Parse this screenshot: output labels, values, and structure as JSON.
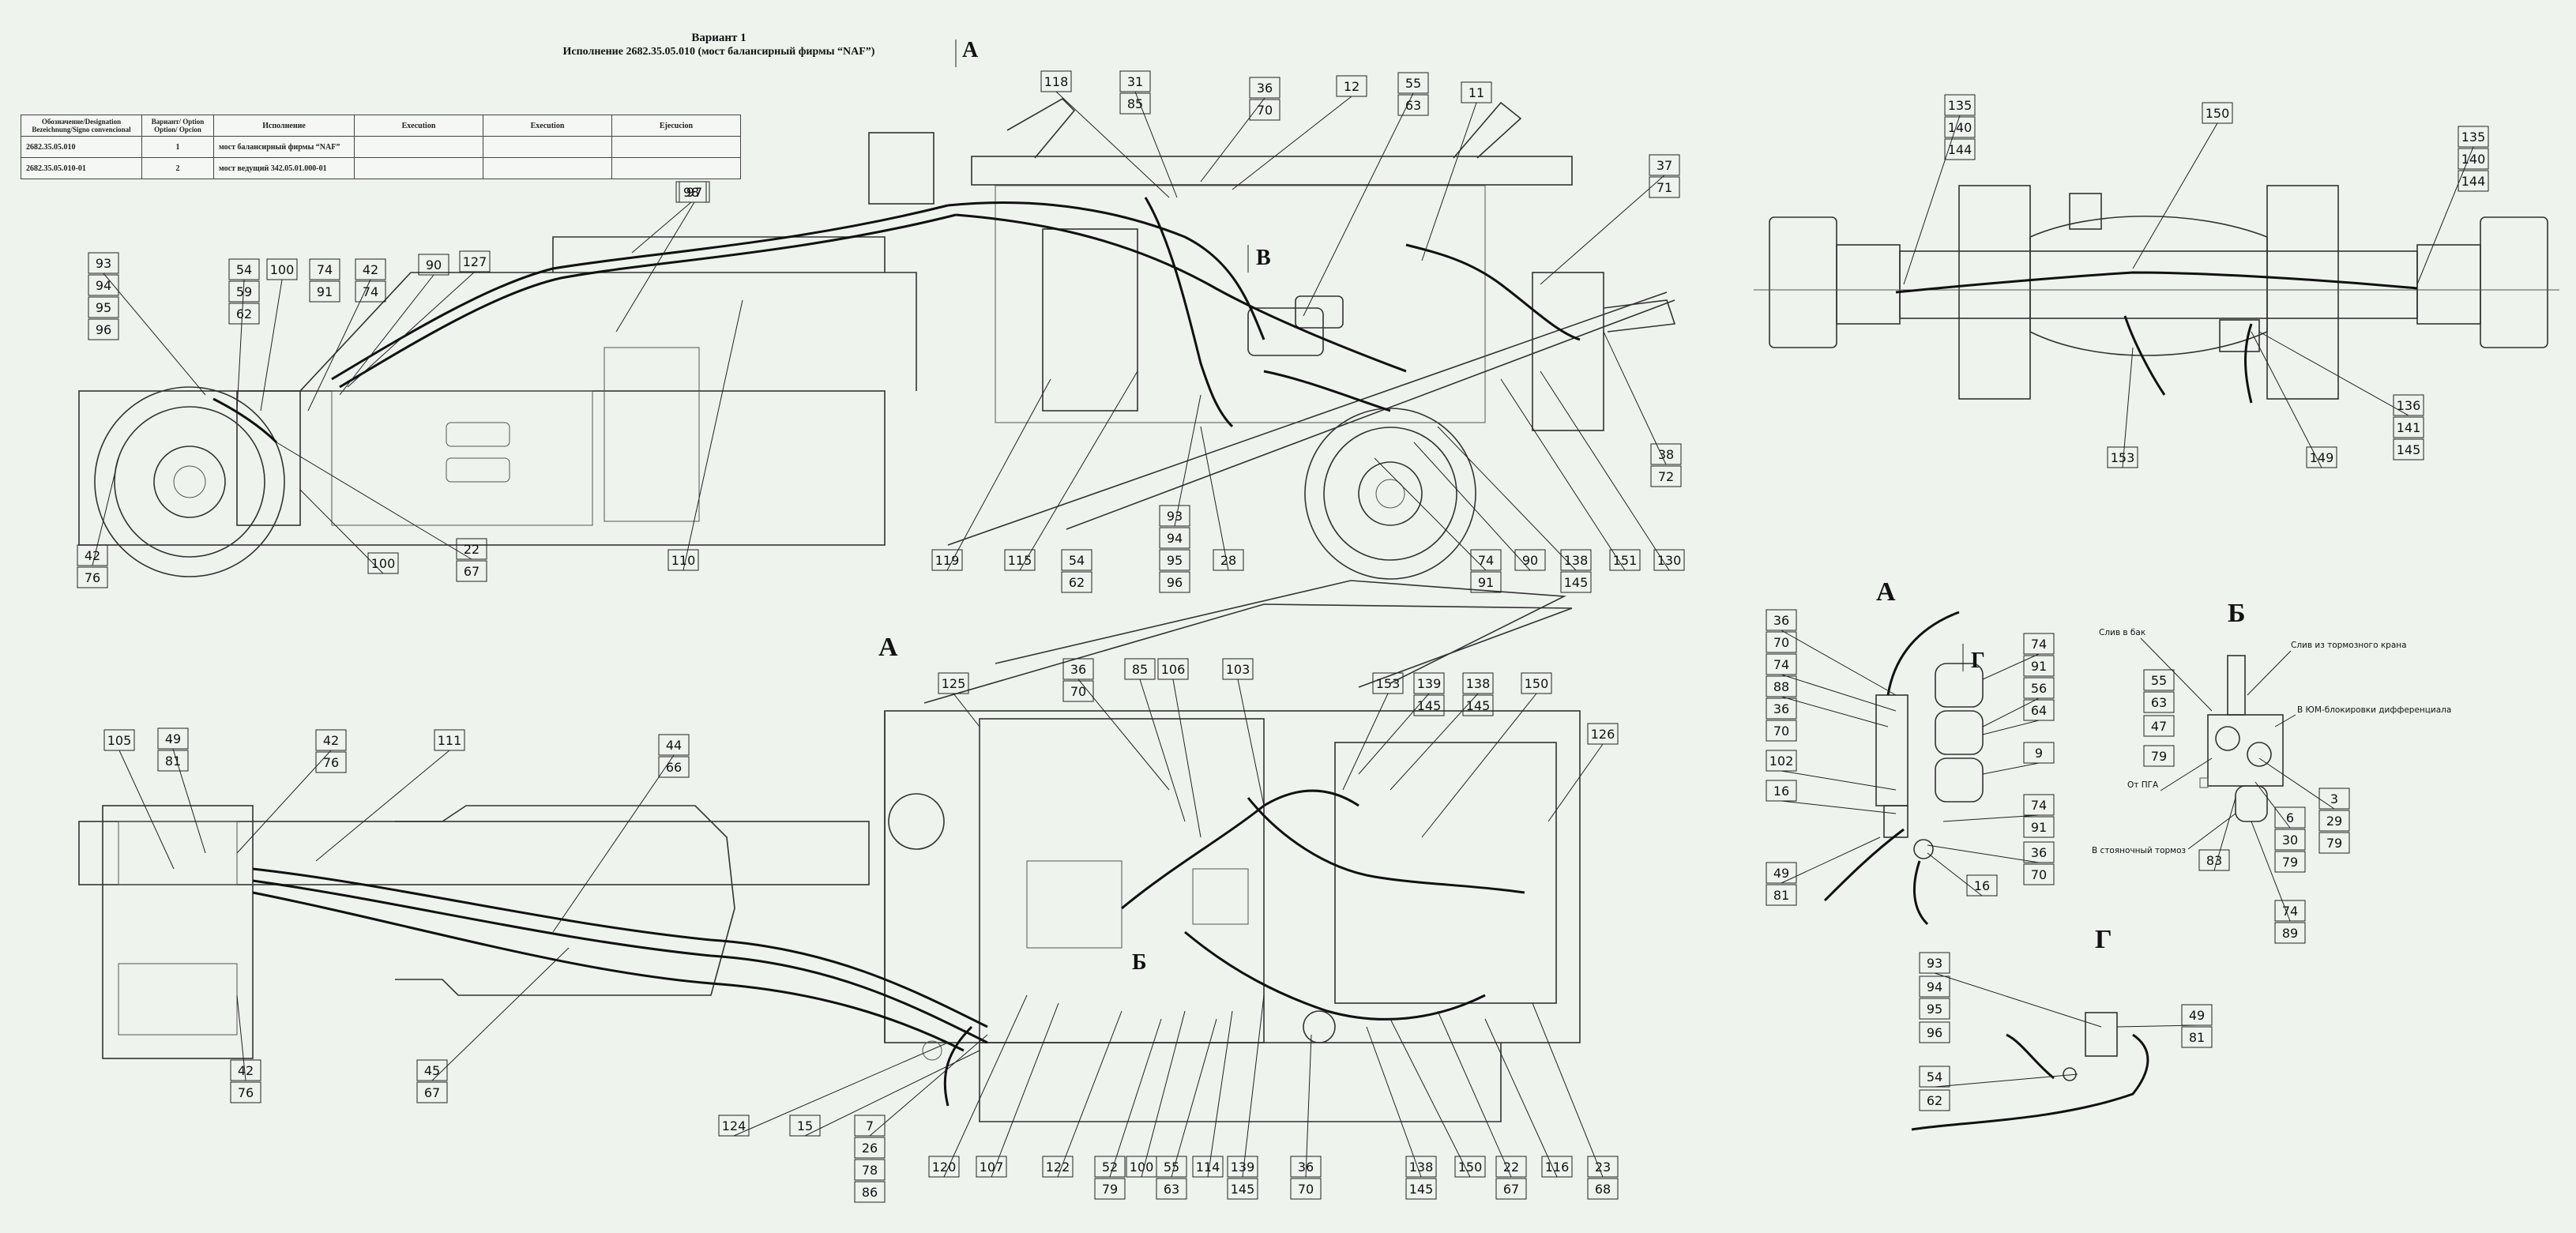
{
  "title": {
    "line1": "Вариант 1",
    "line2": "Исполнение 2682.35.05.010 (мост балансирный фирмы “NAF”)"
  },
  "spec_table": {
    "headers": [
      "Обозначение/Designation Bezeichnung/Signo convencional",
      "Вариант/ Option Option/ Opcion",
      "Исполнение",
      "Execution",
      "Execution",
      "Ejecucion"
    ],
    "rows": [
      [
        "2682.35.05.010",
        "1",
        "мост балансирный фирмы “NAF”",
        "",
        "",
        ""
      ],
      [
        "2682.35.05.010-01",
        "2",
        "мост ведущий 342.05.01.000-01",
        "",
        "",
        ""
      ]
    ]
  },
  "view_labels": {
    "view_a_arrow": "А",
    "view_a": "А",
    "view_b_arrow": "В",
    "view_a_detail": "А",
    "view_b_detail": "Б",
    "view_g_detail": "Г",
    "view_g_arrow": "Г",
    "view_b_marker": "Б"
  },
  "callouts": [
    {
      "id": "c1",
      "t": "118"
    },
    {
      "id": "c2",
      "t": "31"
    },
    {
      "id": "c3",
      "t": "85"
    },
    {
      "id": "c4",
      "t": "36"
    },
    {
      "id": "c5",
      "t": "70"
    },
    {
      "id": "c6",
      "t": "12"
    },
    {
      "id": "c7",
      "t": "55"
    },
    {
      "id": "c8",
      "t": "63"
    },
    {
      "id": "c9",
      "t": "11"
    },
    {
      "id": "c10",
      "t": "37"
    },
    {
      "id": "c11",
      "t": "71"
    },
    {
      "id": "c12",
      "t": "97"
    },
    {
      "id": "c13",
      "t": "98"
    },
    {
      "id": "c14",
      "t": "93"
    },
    {
      "id": "c15",
      "t": "94"
    },
    {
      "id": "c16",
      "t": "95"
    },
    {
      "id": "c17",
      "t": "96"
    },
    {
      "id": "c18",
      "t": "54"
    },
    {
      "id": "c19",
      "t": "59"
    },
    {
      "id": "c20",
      "t": "62"
    },
    {
      "id": "c21",
      "t": "100"
    },
    {
      "id": "c22",
      "t": "74"
    },
    {
      "id": "c23",
      "t": "91"
    },
    {
      "id": "c24",
      "t": "42"
    },
    {
      "id": "c25",
      "t": "74"
    },
    {
      "id": "c26",
      "t": "90"
    },
    {
      "id": "c27",
      "t": "127"
    },
    {
      "id": "c28",
      "t": "42"
    },
    {
      "id": "c29",
      "t": "76"
    },
    {
      "id": "c30",
      "t": "100"
    },
    {
      "id": "c31",
      "t": "22"
    },
    {
      "id": "c32",
      "t": "67"
    },
    {
      "id": "c33",
      "t": "110"
    },
    {
      "id": "c34",
      "t": "119"
    },
    {
      "id": "c35",
      "t": "115"
    },
    {
      "id": "c36",
      "t": "54"
    },
    {
      "id": "c37",
      "t": "62"
    },
    {
      "id": "c38",
      "t": "93"
    },
    {
      "id": "c39",
      "t": "94"
    },
    {
      "id": "c40",
      "t": "95"
    },
    {
      "id": "c41",
      "t": "96"
    },
    {
      "id": "c42",
      "t": "28"
    },
    {
      "id": "c43",
      "t": "74"
    },
    {
      "id": "c44",
      "t": "91"
    },
    {
      "id": "c45",
      "t": "90"
    },
    {
      "id": "c46",
      "t": "138"
    },
    {
      "id": "c47",
      "t": "145"
    },
    {
      "id": "c48",
      "t": "151"
    },
    {
      "id": "c49",
      "t": "130"
    },
    {
      "id": "c50",
      "t": "38"
    },
    {
      "id": "c51",
      "t": "72"
    },
    {
      "id": "c52",
      "t": "135"
    },
    {
      "id": "c53",
      "t": "140"
    },
    {
      "id": "c54",
      "t": "144"
    },
    {
      "id": "c55",
      "t": "150"
    },
    {
      "id": "c56",
      "t": "135"
    },
    {
      "id": "c57",
      "t": "140"
    },
    {
      "id": "c58",
      "t": "144"
    },
    {
      "id": "c59",
      "t": "136"
    },
    {
      "id": "c60",
      "t": "141"
    },
    {
      "id": "c61",
      "t": "145"
    },
    {
      "id": "c62",
      "t": "149"
    },
    {
      "id": "c63",
      "t": "153"
    },
    {
      "id": "c64",
      "t": "36"
    },
    {
      "id": "c65",
      "t": "70"
    },
    {
      "id": "c66",
      "t": "85"
    },
    {
      "id": "c67",
      "t": "106"
    },
    {
      "id": "c68",
      "t": "103"
    },
    {
      "id": "c69",
      "t": "153"
    },
    {
      "id": "c70",
      "t": "139"
    },
    {
      "id": "c71",
      "t": "145"
    },
    {
      "id": "c72",
      "t": "138"
    },
    {
      "id": "c73",
      "t": "145"
    },
    {
      "id": "c74",
      "t": "150"
    },
    {
      "id": "c75",
      "t": "126"
    },
    {
      "id": "c76",
      "t": "125"
    },
    {
      "id": "c77",
      "t": "105"
    },
    {
      "id": "c78",
      "t": "49"
    },
    {
      "id": "c79",
      "t": "81"
    },
    {
      "id": "c80",
      "t": "42"
    },
    {
      "id": "c81",
      "t": "76"
    },
    {
      "id": "c82",
      "t": "111"
    },
    {
      "id": "c83",
      "t": "44"
    },
    {
      "id": "c84",
      "t": "66"
    },
    {
      "id": "c85",
      "t": "42"
    },
    {
      "id": "c86",
      "t": "76"
    },
    {
      "id": "c87",
      "t": "45"
    },
    {
      "id": "c88",
      "t": "67"
    },
    {
      "id": "c89",
      "t": "124"
    },
    {
      "id": "c90",
      "t": "15"
    },
    {
      "id": "c91",
      "t": "7"
    },
    {
      "id": "c92",
      "t": "26"
    },
    {
      "id": "c93",
      "t": "78"
    },
    {
      "id": "c94",
      "t": "86"
    },
    {
      "id": "c95",
      "t": "120"
    },
    {
      "id": "c96",
      "t": "107"
    },
    {
      "id": "c97",
      "t": "122"
    },
    {
      "id": "c98",
      "t": "52"
    },
    {
      "id": "c99",
      "t": "79"
    },
    {
      "id": "c100",
      "t": "100"
    },
    {
      "id": "c101",
      "t": "55"
    },
    {
      "id": "c102",
      "t": "63"
    },
    {
      "id": "c103",
      "t": "114"
    },
    {
      "id": "c104",
      "t": "139"
    },
    {
      "id": "c105",
      "t": "145"
    },
    {
      "id": "c106",
      "t": "36"
    },
    {
      "id": "c107",
      "t": "70"
    },
    {
      "id": "c108",
      "t": "138"
    },
    {
      "id": "c109",
      "t": "145"
    },
    {
      "id": "c110",
      "t": "150"
    },
    {
      "id": "c111",
      "t": "22"
    },
    {
      "id": "c112",
      "t": "67"
    },
    {
      "id": "c113",
      "t": "116"
    },
    {
      "id": "c114",
      "t": "23"
    },
    {
      "id": "c115",
      "t": "68"
    },
    {
      "id": "c116",
      "t": "36"
    },
    {
      "id": "c117",
      "t": "70"
    },
    {
      "id": "c118",
      "t": "74"
    },
    {
      "id": "c119",
      "t": "88"
    },
    {
      "id": "c120",
      "t": "36"
    },
    {
      "id": "c121",
      "t": "70"
    },
    {
      "id": "c122",
      "t": "102"
    },
    {
      "id": "c123",
      "t": "16"
    },
    {
      "id": "c124",
      "t": "49"
    },
    {
      "id": "c125",
      "t": "81"
    },
    {
      "id": "c126",
      "t": "74"
    },
    {
      "id": "c127",
      "t": "91"
    },
    {
      "id": "c128",
      "t": "56"
    },
    {
      "id": "c129",
      "t": "64"
    },
    {
      "id": "c130",
      "t": "9"
    },
    {
      "id": "c131",
      "t": "74"
    },
    {
      "id": "c132",
      "t": "91"
    },
    {
      "id": "c133",
      "t": "36"
    },
    {
      "id": "c134",
      "t": "70"
    },
    {
      "id": "c135",
      "t": "16"
    },
    {
      "id": "c136",
      "t": "55"
    },
    {
      "id": "c137",
      "t": "63"
    },
    {
      "id": "c138",
      "t": "47"
    },
    {
      "id": "c139",
      "t": "79"
    },
    {
      "id": "c140",
      "t": "3"
    },
    {
      "id": "c141",
      "t": "29"
    },
    {
      "id": "c142",
      "t": "79"
    },
    {
      "id": "c143",
      "t": "6"
    },
    {
      "id": "c144",
      "t": "30"
    },
    {
      "id": "c145",
      "t": "79"
    },
    {
      "id": "c146",
      "t": "83"
    },
    {
      "id": "c147",
      "t": "74"
    },
    {
      "id": "c148",
      "t": "89"
    },
    {
      "id": "c149",
      "t": "93"
    },
    {
      "id": "c150",
      "t": "94"
    },
    {
      "id": "c151",
      "t": "95"
    },
    {
      "id": "c152",
      "t": "96"
    },
    {
      "id": "c153",
      "t": "54"
    },
    {
      "id": "c154",
      "t": "62"
    },
    {
      "id": "c155",
      "t": "49"
    },
    {
      "id": "c156",
      "t": "81"
    }
  ],
  "notes": {
    "drain_tank": "Слив в бак",
    "drain_brake_valve": "Слив из тормозного крана",
    "to_diff_lock": "В ЮМ-блокировки дифференциала",
    "from_pump": "От ПГА",
    "to_parking_brake": "В стояночный тормоз"
  }
}
